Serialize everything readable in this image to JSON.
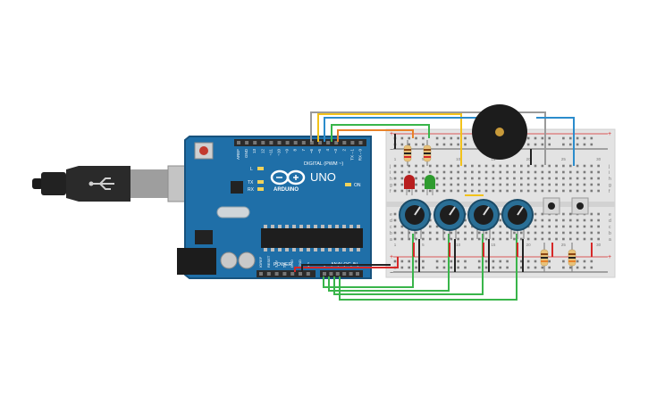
{
  "arduino": {
    "brand": "ARDUINO",
    "model": "UNO",
    "digital_label": "DIGITAL (PWM ~)",
    "analog_label": "ANALOG IN",
    "power_label": "POWER",
    "on_label": "ON",
    "tx_label": "TX",
    "rx_label": "RX",
    "l_label": "L",
    "top_pin_labels": [
      "AREF",
      "GND",
      "13",
      "12",
      "~11",
      "~10",
      "~9",
      "8",
      "7",
      "~6",
      "~5",
      "4",
      "~3",
      "2",
      "TX→1",
      "RX←0"
    ],
    "power_pin_labels": [
      "IOREF",
      "RESET",
      "3.3V",
      "5V",
      "GND",
      "GND",
      "Vin"
    ],
    "analog_pin_labels": [
      "A0",
      "A1",
      "A2",
      "A3",
      "A4",
      "A5"
    ]
  },
  "breadboard": {
    "row_letters_top": [
      "j",
      "i",
      "h",
      "g",
      "f"
    ],
    "row_letters_bottom": [
      "e",
      "d",
      "c",
      "b",
      "a"
    ],
    "column_numbers": [
      "1",
      "5",
      "10",
      "15",
      "20",
      "25",
      "30"
    ]
  },
  "components": {
    "leds": [
      "red",
      "green"
    ],
    "potentiometers": 4,
    "pushbuttons": 2,
    "buzzer": "piezo"
  },
  "colors": {
    "board_blue": "#1f6fa8",
    "board_dark": "#17527d",
    "breadboard": "#e3e3e3",
    "wire_orange": "#e8822a",
    "wire_yellow": "#f2c21a",
    "wire_green": "#39b54a",
    "wire_blue": "#2b8ccc",
    "wire_gray": "#9a9a9a",
    "wire_red": "#d62828",
    "wire_black": "#222222"
  }
}
